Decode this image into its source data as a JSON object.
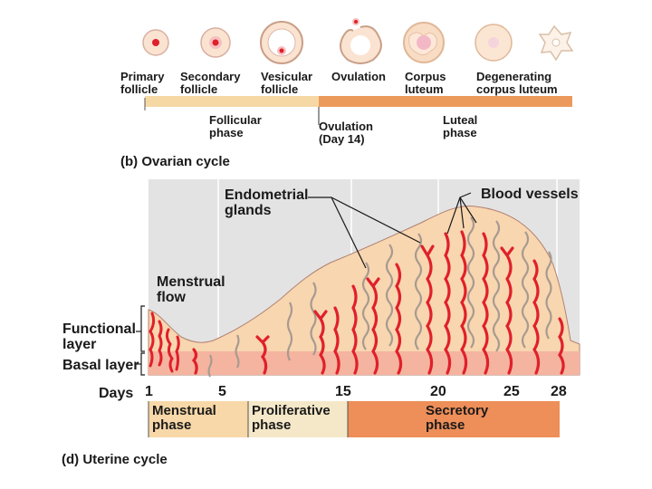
{
  "ovarian": {
    "stages": [
      {
        "line1": "Primary",
        "line2": "follicle"
      },
      {
        "line1": "Secondary",
        "line2": "follicle"
      },
      {
        "line1": "Vesicular",
        "line2": "follicle"
      },
      {
        "line1": "Ovulation",
        "line2": ""
      },
      {
        "line1": "Corpus",
        "line2": "luteum"
      },
      {
        "line1": "Degenerating",
        "line2": "corpus luteum"
      }
    ],
    "phases": {
      "follicular_line1": "Follicular",
      "follicular_line2": "phase",
      "ovulation_line1": "Ovulation",
      "ovulation_line2": "(Day 14)",
      "luteal_line1": "Luteal",
      "luteal_line2": "phase"
    },
    "caption": "(b)  Ovarian cycle"
  },
  "uterine": {
    "labels": {
      "endometrial_line1": "Endometrial",
      "endometrial_line2": "glands",
      "blood_vessels": "Blood vessels",
      "menstrual_flow_line1": "Menstrual",
      "menstrual_flow_line2": "flow",
      "functional_line1": "Functional",
      "functional_line2": "layer",
      "basal": "Basal layer"
    },
    "days_label": "Days",
    "days": [
      "1",
      "5",
      "15",
      "20",
      "25",
      "28"
    ],
    "phases": [
      {
        "line1": "Menstrual",
        "line2": "phase"
      },
      {
        "line1": "Proliferative",
        "line2": "phase"
      },
      {
        "line1": "Secretory",
        "line2": "phase"
      }
    ],
    "caption": "(d)  Uterine cycle"
  },
  "colors": {
    "tissue": "#f8d6b0",
    "basal": "#f4b4a0",
    "vessel": "#e0202a",
    "gland": "#a89a90",
    "grey_bg": "#e3e3e3",
    "follicular_band": "#f5d8a4",
    "luteal_band": "#ec9a5c",
    "secretory_box": "#ee8e58",
    "menstrual_box": "#f8d8a8"
  }
}
